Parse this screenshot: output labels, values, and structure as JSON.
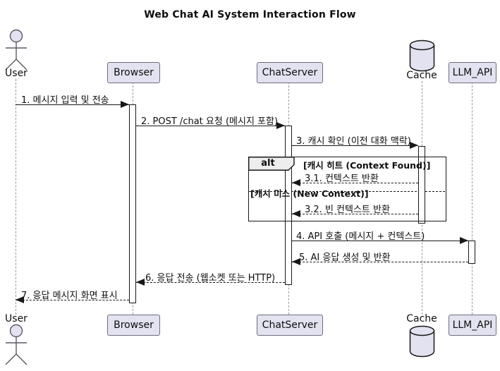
{
  "title": "Web Chat AI System Interaction Flow",
  "participants": [
    {
      "name": "User",
      "type": "actor"
    },
    {
      "name": "Browser",
      "type": "participant"
    },
    {
      "name": "ChatServer",
      "type": "participant"
    },
    {
      "name": "Cache",
      "type": "database"
    },
    {
      "name": "LLM_API",
      "type": "participant"
    }
  ],
  "messages": [
    {
      "label": "1. 메시지 입력 및 전송",
      "from": "User",
      "to": "Browser",
      "line": "solid"
    },
    {
      "label": "2. POST /chat 요청 (메시지 포함)",
      "from": "Browser",
      "to": "ChatServer",
      "line": "solid"
    },
    {
      "label": "3. 캐시 확인 (이전 대화 맥락)",
      "from": "ChatServer",
      "to": "Cache",
      "line": "solid"
    },
    {
      "label": "3.1. 컨텍스트 반환",
      "from": "Cache",
      "to": "ChatServer",
      "line": "dashed"
    },
    {
      "label": "3.2. 빈 컨텍스트 반환",
      "from": "Cache",
      "to": "ChatServer",
      "line": "dashed"
    },
    {
      "label": "4. API 호출 (메시지 + 컨텍스트)",
      "from": "ChatServer",
      "to": "LLM_API",
      "line": "solid"
    },
    {
      "label": "5. AI 응답 생성 및 반환",
      "from": "LLM_API",
      "to": "ChatServer",
      "line": "dashed"
    },
    {
      "label": "6. 응답 전송 (웹소켓 또는 HTTP)",
      "from": "ChatServer",
      "to": "Browser",
      "line": "dashed"
    },
    {
      "label": "7. 응답 메시지 화면 표시",
      "from": "Browser",
      "to": "User",
      "line": "dashed"
    }
  ],
  "fragment": {
    "operator": "alt",
    "conditions": [
      "[캐시 히트 (Context Found)]",
      "[캐시 미스 (New Context)]"
    ]
  },
  "colors": {
    "background": "#FFFFFF",
    "participant_fill": "#E2E2F0",
    "participant_border": "#6E6E7A",
    "line": "#181818",
    "lifeline": "#999999",
    "fragment_header_fill": "#EEEEEE"
  }
}
